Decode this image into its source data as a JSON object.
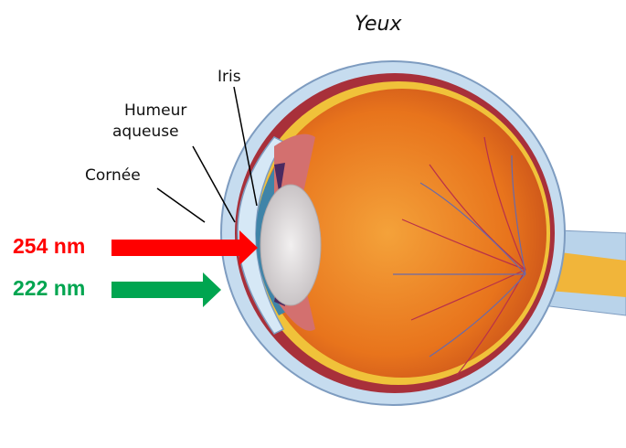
{
  "title": "Yeux",
  "labels": {
    "iris": "Iris",
    "humeur_line1": "Humeur",
    "humeur_line2": "aqueuse",
    "cornee": "Cornée"
  },
  "wavelengths": [
    {
      "label": "254 nm",
      "color": "#ff0000"
    },
    {
      "label": "222 nm",
      "color": "#00a550"
    }
  ]
}
